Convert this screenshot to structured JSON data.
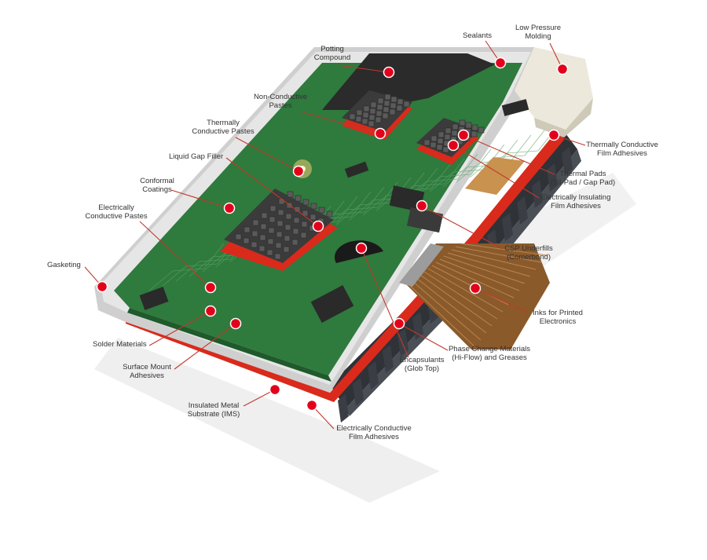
{
  "diagram": {
    "colors": {
      "marker": "#e3001b",
      "leader": "#c0392b",
      "board": "#2f7a3d",
      "board_dark": "#1f5a2b",
      "substrate": "#d92a1c",
      "frame": "#d8d8d8",
      "heatsink": "#3a3e44",
      "shadow": "#ececec",
      "text": "#333333"
    },
    "labels": {
      "potting": [
        "Potting",
        "Compound"
      ],
      "sealants": [
        "Sealants"
      ],
      "low_pressure": [
        "Low Pressure",
        "Molding"
      ],
      "non_conductive": [
        "Non-Conductive",
        "Pastes"
      ],
      "thermally_pastes": [
        "Thermally",
        "Conductive Pastes"
      ],
      "liquid_gap": [
        "Liquid Gap Filler"
      ],
      "conformal": [
        "Conformal",
        "Coatings"
      ],
      "elec_pastes": [
        "Electrically",
        "Conductive Pastes"
      ],
      "gasketing": [
        "Gasketing"
      ],
      "solder": [
        "Solder Materials"
      ],
      "surface_mount": [
        "Surface Mount",
        "Adhesives"
      ],
      "ims": [
        "Insulated Metal",
        "Substrate (IMS)"
      ],
      "elec_film": [
        "Electrically Conductive",
        "Film Adhesives"
      ],
      "encapsulants": [
        "Encapsulants",
        "(Glob Top)"
      ],
      "phase_change": [
        "Phase Change Materials",
        "(Hi-Flow) and Greases"
      ],
      "inks": [
        "Inks for Printed",
        "Electronics"
      ],
      "csp": [
        "CSP Underfills",
        "(Comerbond)"
      ],
      "elec_insulating": [
        "Electrically Insulating",
        "Film Adhesives"
      ],
      "thermal_pads": [
        "Thermal Pads",
        "(Sil-Pad / Gap Pad)"
      ],
      "thermal_film": [
        "Thermally Conductive",
        "Film Adhesives"
      ]
    }
  }
}
